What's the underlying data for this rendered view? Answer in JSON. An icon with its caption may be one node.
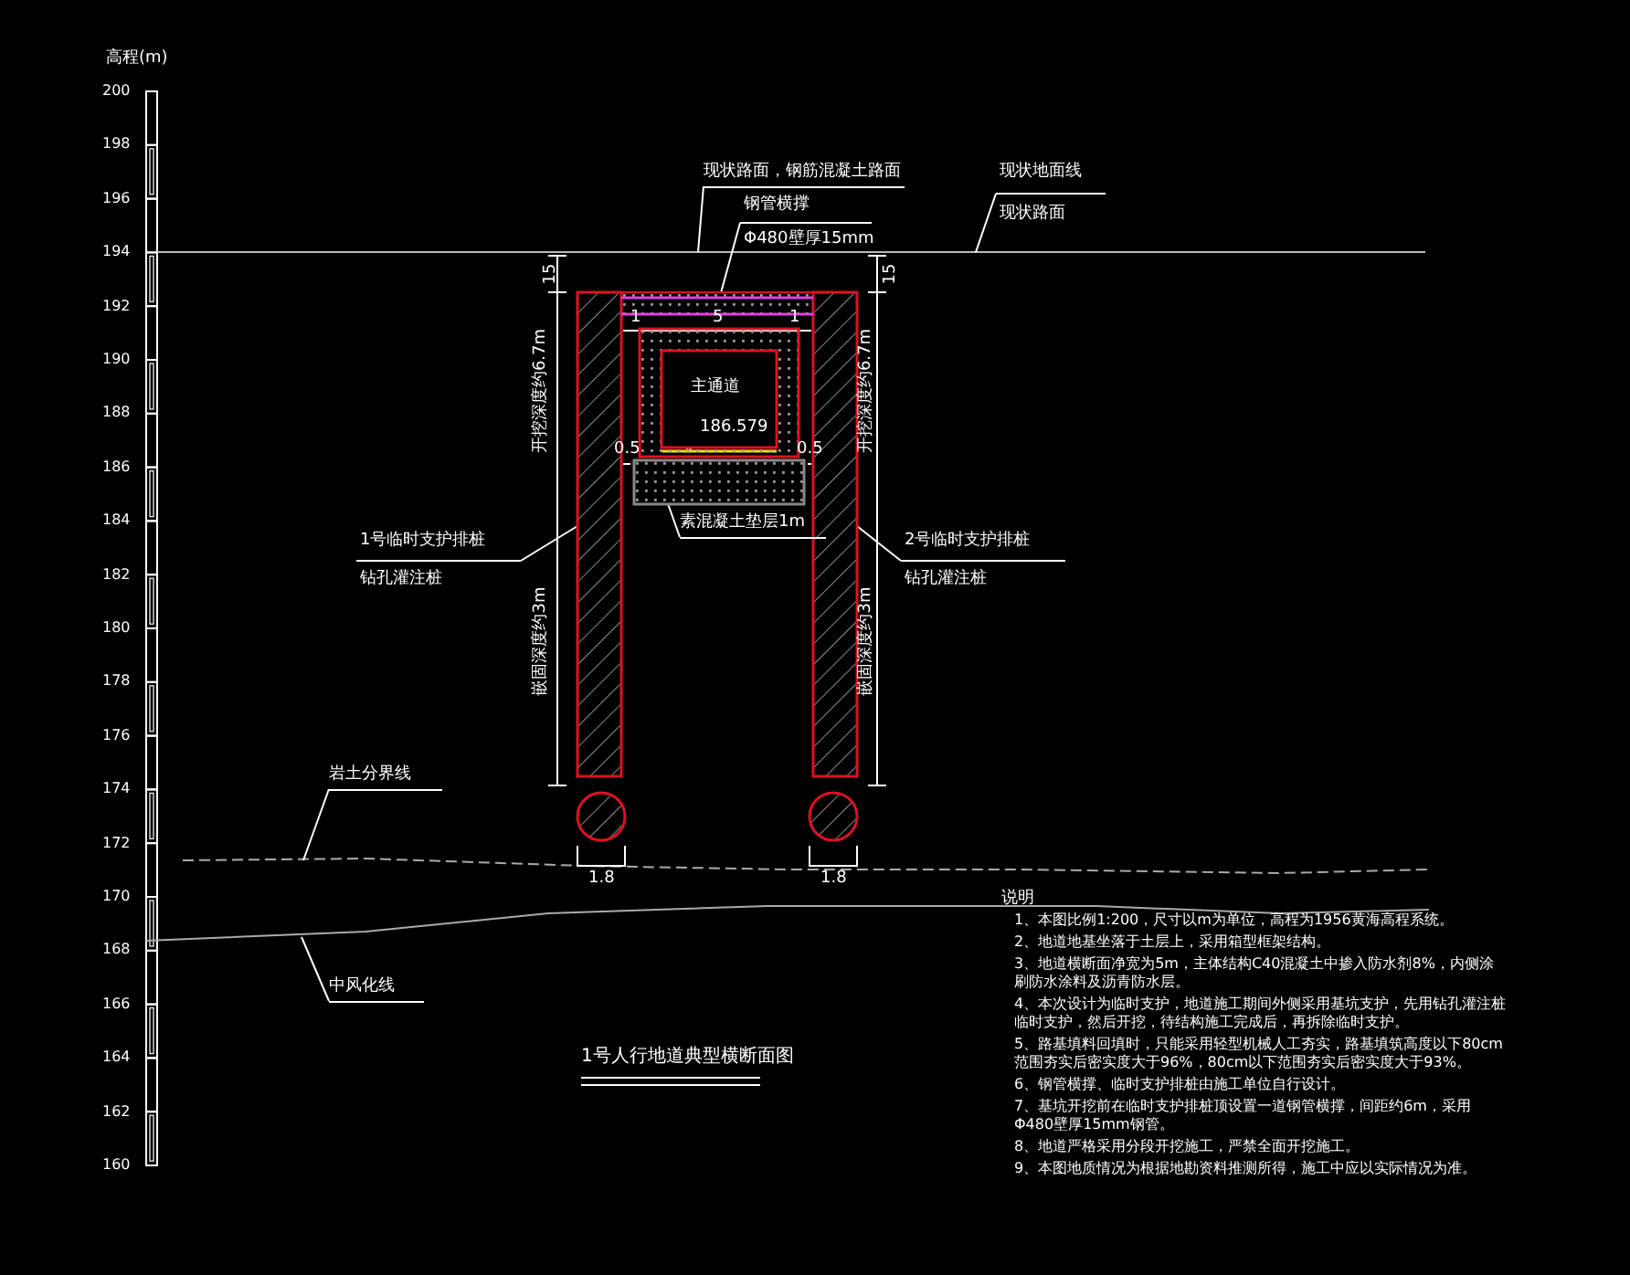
{
  "diagram": {
    "title": "1号人行地道典型横断面图",
    "nodes": [
      {
        "text": [
          "现状路面，钢筋混凝土路面"
        ]
      },
      {
        "text": [
          "钢管横撑",
          "Φ480壁厚15mm"
        ]
      },
      {
        "text": [
          "现状地面线",
          "现状路面"
        ]
      },
      {
        "text": [
          "1号临时支护排桩",
          "钻孔灌注桩"
        ]
      },
      {
        "text": [
          "2号临时支护排桩",
          "钻孔灌注桩"
        ]
      },
      {
        "text": [],
        "shape": "box"
      },
      {
        "text": [],
        "shape": "box"
      },
      {
        "text": [
          "主通道"
        ]
      },
      {
        "text": [
          "素混凝土垫层1m"
        ]
      },
      {
        "text": [],
        "shape": "box"
      },
      {
        "text": [
          "岩土分界线"
        ]
      },
      {
        "text": [
          "中风化线"
        ]
      },
      {
        "text": [],
        "shape": "bar"
      }
    ],
    "edges": [
      {
        "from": 0,
        "to": null,
        "arrow": "none"
      },
      {
        "from": 1,
        "to": 12,
        "arrow": "none"
      },
      {
        "from": 2,
        "to": null,
        "arrow": "none"
      },
      {
        "from": 3,
        "to": 5,
        "arrow": "none"
      },
      {
        "from": 4,
        "to": 6,
        "arrow": "none"
      },
      {
        "from": 8,
        "to": 9,
        "arrow": "none"
      },
      {
        "from": 10,
        "to": null,
        "arrow": "none"
      },
      {
        "from": 11,
        "to": null,
        "arrow": "none"
      }
    ],
    "labels": [
      "高程(m)",
      "200",
      "198",
      "196",
      "194",
      "192",
      "190",
      "188",
      "186",
      "184",
      "182",
      "180",
      "178",
      "176",
      "174",
      "172",
      "170",
      "168",
      "166",
      "164",
      "162",
      "160",
      "15",
      "15",
      "1",
      "5",
      "1",
      "186.579",
      "0.5",
      "0.5",
      "开挖深度约6.7m",
      "开挖深度约6.7m",
      "嵌固深度约3m",
      "嵌固深度约3m",
      "1.8",
      "1.8",
      "说明",
      "1、本图比例1:200，尺寸以m为单位，高程为1956黄海高程系统。",
      "2、地道地基坐落于土层上，采用箱型框架结构。",
      "3、地道横断面净宽为5m，主体结构C40混凝土中掺入防水剂8%，内侧涂刷防水涂料及沥青防水层。",
      "4、本次设计为临时支护，地道施工期间外侧采用基坑支护，先用钻孔灌注桩临时支护，然后开挖，待结构施工完成后，再拆除临时支护。",
      "5、路基填料回填时，只能采用轻型机械人工夯实，路基填筑高度以下80cm范围夯实后密实度大于96%，80cm以下范围夯实后密实度大于93%。",
      "6、钢管横撑、临时支护排桩由施工单位自行设计。",
      "7、基坑开挖前在临时支护排桩顶设置一道钢管横撑，间距约6m，采用Φ480壁厚15mm钢管。",
      "8、地道严格采用分段开挖施工，严禁全面开挖施工。",
      "9、本图地质情况为根据地勘资料推测所得，施工中应以实际情况为准。"
    ]
  }
}
